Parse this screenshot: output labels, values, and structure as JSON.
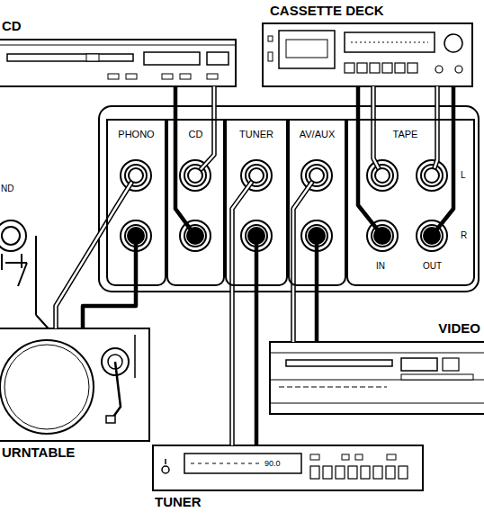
{
  "diagram": {
    "nodes": [
      {
        "text": [
          "CD"
        ]
      },
      {
        "text": [
          "CASSETTE DECK"
        ]
      },
      {
        "text": [
          "PHONO"
        ]
      },
      {
        "text": [
          "CD"
        ]
      },
      {
        "text": [
          "TUNER"
        ]
      },
      {
        "text": [
          "AV/AUX"
        ]
      },
      {
        "text": [
          "TAPE"
        ]
      },
      {
        "text": [
          "VIDEO"
        ]
      },
      {
        "text": [
          "URNTABLE"
        ]
      },
      {
        "text": [
          "TUNER"
        ]
      }
    ],
    "edges": [
      {
        "from": 0,
        "to": 3,
        "arrow": "none"
      },
      {
        "from": 0,
        "to": 3,
        "arrow": "none"
      },
      {
        "from": 1,
        "to": 6,
        "arrow": "none"
      },
      {
        "from": 1,
        "to": 6,
        "arrow": "none"
      },
      {
        "from": 1,
        "to": 6,
        "arrow": "none"
      },
      {
        "from": 1,
        "to": 6,
        "arrow": "none"
      },
      {
        "from": 8,
        "to": 2,
        "arrow": "none"
      },
      {
        "from": 8,
        "to": 2,
        "arrow": "none"
      },
      {
        "from": 9,
        "to": 4,
        "arrow": "none"
      },
      {
        "from": 9,
        "to": 4,
        "arrow": "none"
      },
      {
        "from": 7,
        "to": 5,
        "arrow": "none"
      },
      {
        "from": 7,
        "to": 5,
        "arrow": "none"
      }
    ],
    "labels": [
      "ND",
      "L",
      "R",
      "IN",
      "OUT",
      "90.0"
    ]
  }
}
